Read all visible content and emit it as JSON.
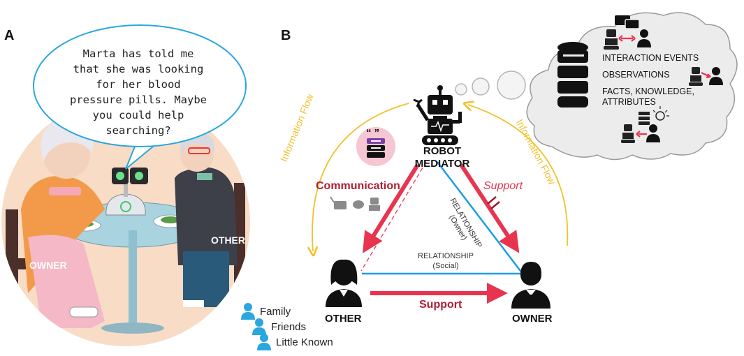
{
  "panel_a": {
    "letter": "A",
    "speech_lines": [
      "Marta has told me",
      "that she was looking",
      "for her blood",
      "pressure pills. Maybe",
      "you could help",
      "searching?"
    ],
    "owner_label": "OWNER",
    "other_label": "OTHER"
  },
  "panel_b": {
    "letter": "B",
    "robot_label_1": "ROBOT",
    "robot_label_2": "MEDIATOR",
    "db_quote": "“ ”",
    "communication": "Communication",
    "support_top": "Support",
    "support_bottom": "Support",
    "info_flow_left": "Information Flow",
    "info_flow_right": "Information Flow",
    "relationship_owner_1": "RELATIONSHIP",
    "relationship_owner_2": "(Owner)",
    "relationship_social_1": "RELATIONSHIP",
    "relationship_social_2": "(Social)",
    "other_label": "OTHER",
    "owner_label": "OWNER",
    "cloud": {
      "item_1": "INTERACTION EVENTS",
      "item_2": "OBSERVATIONS",
      "item_3": "FACTS, KNOWLEDGE,",
      "item_4": "ATTRIBUTES"
    },
    "legend": [
      "Family",
      "Friends",
      "Little Known"
    ]
  },
  "colors": {
    "red_arrow": "#e8354f",
    "blue_line": "#1a9ee0",
    "yellow_flow": "#f2c12e",
    "cloud_fill": "#ececec",
    "cloud_stroke": "#9a9a9a",
    "db_pink": "#f7c6d3",
    "db_purple": "#7b3fa6"
  },
  "icons": [
    "robot-icon",
    "person-female-icon",
    "person-male-icon",
    "database-icon",
    "speech-bubble-icon",
    "lightbulb-icon",
    "server-icon",
    "group-icon"
  ]
}
